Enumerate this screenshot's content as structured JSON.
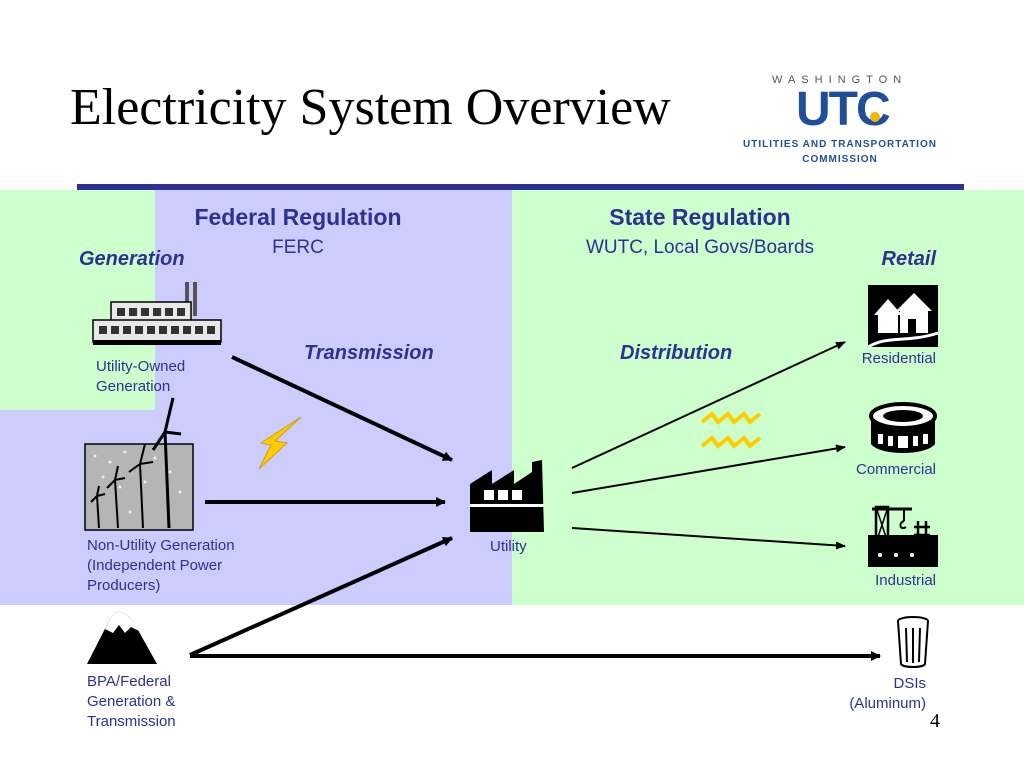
{
  "title": "Electricity System Overview",
  "logo": {
    "top": "WASHINGTON",
    "mark": "UTC",
    "line1": "UTILITIES AND TRANSPORTATION",
    "line2": "COMMISSION"
  },
  "federal": {
    "title": "Federal Regulation",
    "subtitle": "FERC"
  },
  "state": {
    "title": "State Regulation",
    "subtitle": "WUTC, Local Govs/Boards"
  },
  "stages": {
    "generation": "Generation",
    "transmission": "Transmission",
    "distribution": "Distribution",
    "retail": "Retail"
  },
  "nodes": {
    "utility_owned": [
      "Utility-Owned",
      "Generation"
    ],
    "non_utility": [
      "Non-Utility Generation",
      "(Independent Power",
      "Producers)"
    ],
    "bpa": [
      "BPA/Federal",
      "Generation &",
      "Transmission"
    ],
    "utility": "Utility",
    "residential": "Residential",
    "commercial": "Commercial",
    "industrial": "Industrial",
    "dsis": [
      "DSIs",
      "(Aluminum)"
    ]
  },
  "page_number": "4",
  "colors": {
    "federal_bg": "#ccccff",
    "state_bg": "#ccffcc",
    "accent": "#2e3192",
    "bolt": "#ffcc00"
  }
}
